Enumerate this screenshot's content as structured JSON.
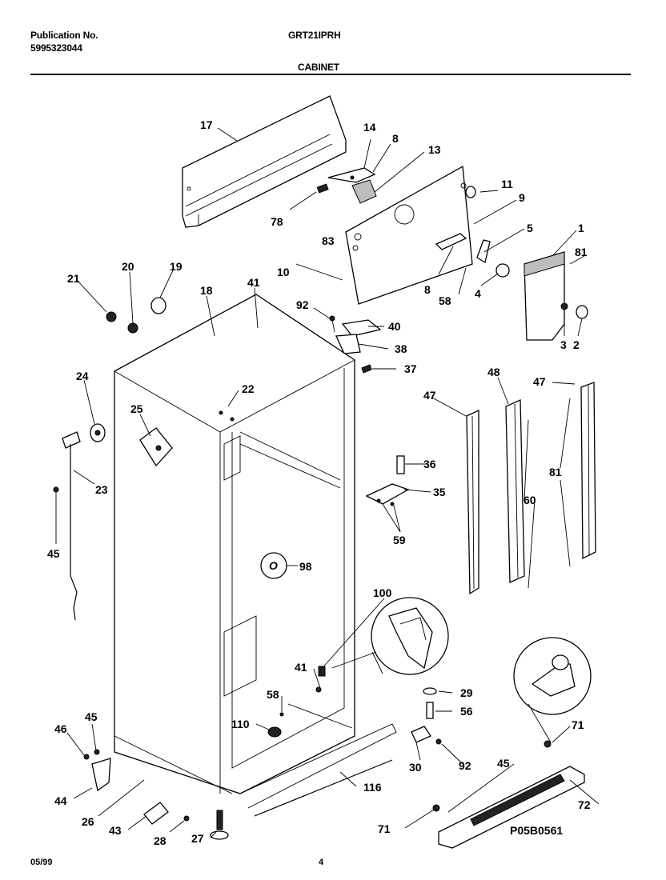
{
  "header": {
    "publication_label": "Publication No.",
    "publication_number": "5995323044",
    "model": "GRT21IPRH",
    "section": "CABINET"
  },
  "footer": {
    "date": "05/99",
    "page": "4",
    "diagram_code": "P05B0561"
  },
  "part_labels": [
    "17",
    "14",
    "8",
    "13",
    "11",
    "9",
    "5",
    "1",
    "81",
    "78",
    "83",
    "10",
    "8",
    "58",
    "4",
    "3",
    "2",
    "21",
    "20",
    "19",
    "18",
    "41",
    "92",
    "40",
    "38",
    "37",
    "24",
    "22",
    "25",
    "23",
    "45",
    "98",
    "48",
    "47",
    "47",
    "36",
    "35",
    "59",
    "60",
    "81",
    "100",
    "41",
    "58",
    "29",
    "56",
    "110",
    "30",
    "92",
    "46",
    "45",
    "44",
    "26",
    "43",
    "28",
    "27",
    "116",
    "71",
    "45",
    "72",
    "71"
  ]
}
